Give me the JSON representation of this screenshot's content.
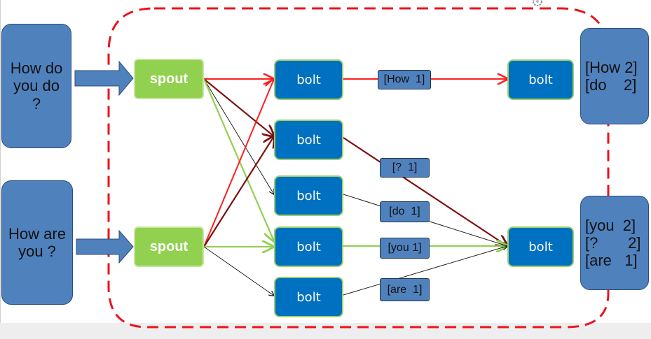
{
  "input_boxes": [
    {
      "text": "How do\nyou do\n?"
    },
    {
      "text": "How are\nyou ?"
    }
  ],
  "spouts": [
    {
      "label": "spout"
    },
    {
      "label": "spout"
    }
  ],
  "bolts": [
    {
      "label": "bolt"
    },
    {
      "label": "bolt"
    },
    {
      "label": "bolt"
    },
    {
      "label": "bolt"
    },
    {
      "label": "bolt"
    },
    {
      "label": "bolt"
    },
    {
      "label": "bolt"
    }
  ],
  "tuples": [
    {
      "text": "[How  1]"
    },
    {
      "text": "[?  1]"
    },
    {
      "text": "[do  1]"
    },
    {
      "text": "[you 1]"
    },
    {
      "text": "[are  1]"
    }
  ],
  "outputs": [
    {
      "text": "[How 2]\n[do    2]"
    },
    {
      "text": "[you  2]\n[?       2]\n[are   1]"
    }
  ],
  "colors": {
    "red": "#ff1f1f",
    "dark_red": "#7f1010",
    "green": "#92d050",
    "black": "#222222",
    "boundary": "#e8141e",
    "arrow_fill": "#4f81bd"
  },
  "icons": [
    "gear-icon"
  ]
}
